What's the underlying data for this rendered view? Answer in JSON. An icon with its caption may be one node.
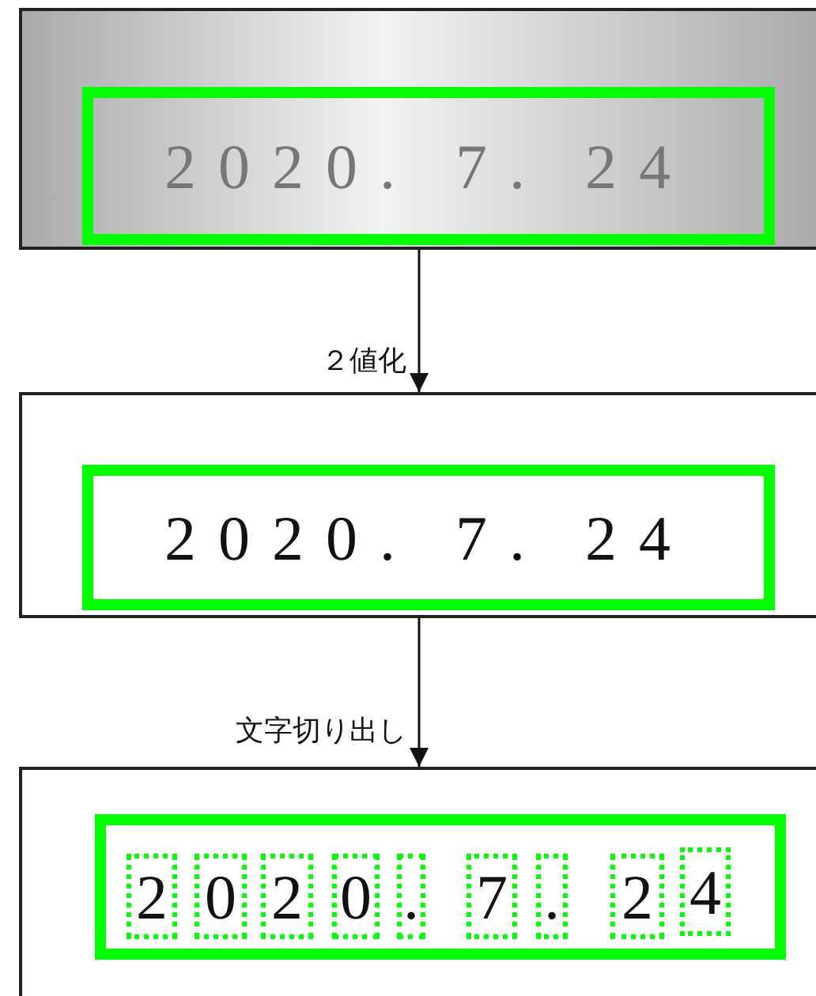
{
  "diagram": {
    "nodes": [
      {
        "text": [],
        "shape": "box"
      },
      {
        "text": [
          "2020. 7. 24"
        ],
        "in": 0
      },
      {
        "text": [],
        "shape": "box"
      },
      {
        "text": [
          "2020. 7. 24"
        ],
        "in": 2
      },
      {
        "text": [],
        "shape": "box"
      },
      {
        "text": [],
        "shape": "box",
        "in": 4
      },
      {
        "text": [
          "2"
        ],
        "in": 5
      },
      {
        "text": [
          "0"
        ],
        "in": 5
      },
      {
        "text": [
          "2"
        ],
        "in": 5
      },
      {
        "text": [
          "0"
        ],
        "in": 5
      },
      {
        "text": [
          "."
        ],
        "in": 5
      },
      {
        "text": [
          "7"
        ],
        "in": 5
      },
      {
        "text": [
          "."
        ],
        "in": 5
      },
      {
        "text": [
          "2"
        ],
        "in": 5
      },
      {
        "text": [
          "4"
        ],
        "in": 5
      }
    ],
    "edges": [
      {
        "from": 0,
        "to": 2,
        "arrow": "to",
        "label": "２値化"
      },
      {
        "from": 2,
        "to": 4,
        "arrow": "to",
        "label": "文字切り出し"
      }
    ]
  }
}
